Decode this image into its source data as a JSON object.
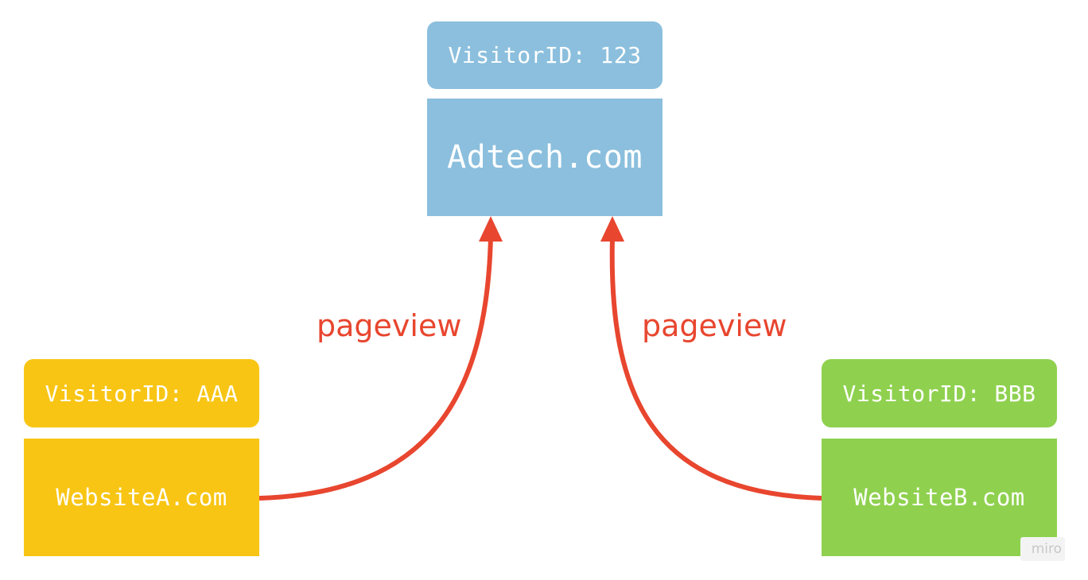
{
  "colors": {
    "adtech": "#8bbfdd",
    "website_a": "#f8c514",
    "website_b": "#8fd14f",
    "arrow": "#e8462f",
    "text_on_node": "#ffffff"
  },
  "nodes": {
    "adtech": {
      "tag": "VisitorID: 123",
      "label": "Adtech.com"
    },
    "website_a": {
      "tag": "VisitorID: AAA",
      "label": "WebsiteA.com"
    },
    "website_b": {
      "tag": "VisitorID: BBB",
      "label": "WebsiteB.com"
    }
  },
  "edges": [
    {
      "from": "website_a",
      "to": "adtech",
      "label": "pageview"
    },
    {
      "from": "website_b",
      "to": "adtech",
      "label": "pageview"
    }
  ],
  "watermark": "miro"
}
